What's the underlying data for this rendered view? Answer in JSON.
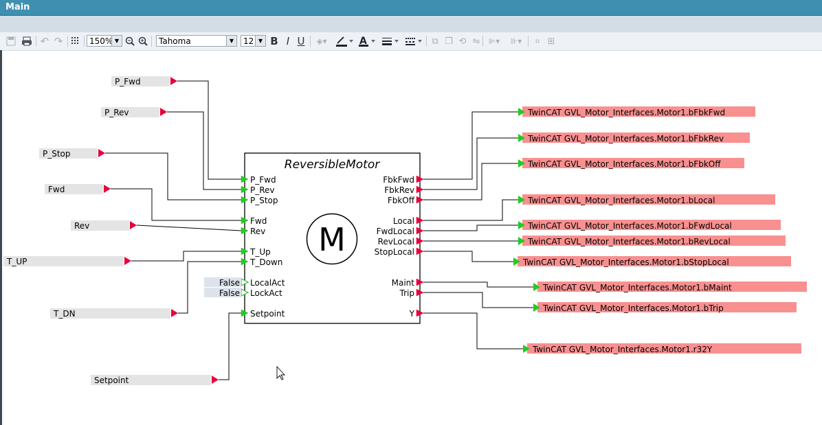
{
  "window": {
    "title": "Main"
  },
  "toolbar": {
    "zoom": "150%",
    "font_name": "Tahoma",
    "font_size": "12",
    "bold_label": "B",
    "italic_label": "I",
    "underline_label": "U"
  },
  "block": {
    "title": "ReversibleMotor",
    "symbol": "M",
    "inputs": [
      "P_Fwd",
      "P_Rev",
      "P_Stop",
      "Fwd",
      "Rev",
      "T_Up",
      "T_Down",
      "LocalAct",
      "LockAct",
      "Setpoint"
    ],
    "outputs": [
      "FbkFwd",
      "FbkRev",
      "FbkOff",
      "Local",
      "FwdLocal",
      "RevLocal",
      "StopLocal",
      "Maint",
      "Trip",
      "Y"
    ]
  },
  "input_tags": [
    "P_Fwd",
    "P_Rev",
    "P_Stop",
    "Fwd",
    "Rev",
    "T_UP",
    "T_DN",
    "Setpoint"
  ],
  "constants": [
    "False",
    "False"
  ],
  "output_tags": [
    "TwinCAT GVL_Motor_Interfaces.Motor1.bFbkFwd",
    "TwinCAT GVL_Motor_Interfaces.Motor1.bFbkRev",
    "TwinCAT GVL_Motor_Interfaces.Motor1.bFbkOff",
    "TwinCAT GVL_Motor_Interfaces.Motor1.bLocal",
    "TwinCAT GVL_Motor_Interfaces.Motor1.bFwdLocal",
    "TwinCAT GVL_Motor_Interfaces.Motor1.bRevLocal",
    "TwinCAT GVL_Motor_Interfaces.Motor1.bStopLocal",
    "TwinCAT GVL_Motor_Interfaces.Motor1.bMaint",
    "TwinCAT GVL_Motor_Interfaces.Motor1.bTrip",
    "TwinCAT GVL_Motor_Interfaces.Motor1.r32Y"
  ],
  "colors": {
    "input_tag_bg": "#e4e4e4",
    "output_tag_bg": "#f89090",
    "input_marker": "#e8003c",
    "output_marker": "#22cc22",
    "wire": "#000000"
  }
}
